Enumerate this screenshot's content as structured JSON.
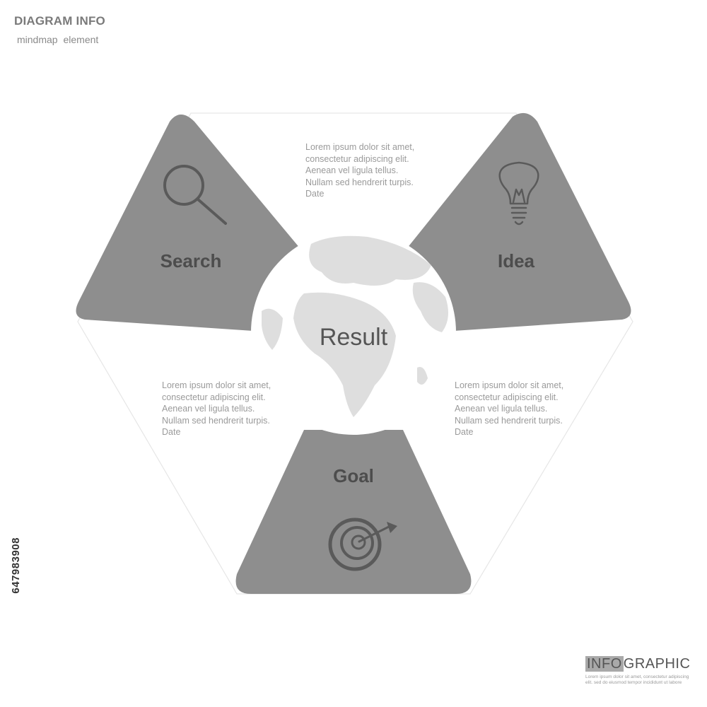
{
  "header": {
    "title": "DIAGRAM INFO",
    "subtitle": "mindmap element"
  },
  "diagram": {
    "center_label": "Result",
    "segments": [
      {
        "label": "Search",
        "icon": "search-icon"
      },
      {
        "label": "Idea",
        "icon": "lightbulb-icon"
      },
      {
        "label": "Goal",
        "icon": "target-arrow-icon"
      }
    ],
    "notes": [
      {
        "text": "Lorem ipsum dolor sit amet, consectetur adipiscing elit. Aenean vel ligula tellus. Nullam sed hendrerit turpis.",
        "date": "Date"
      },
      {
        "text": "Lorem ipsum dolor sit amet, consectetur adipiscing elit. Aenean vel ligula tellus. Nullam sed hendrerit turpis.",
        "date": "Date"
      },
      {
        "text": "Lorem ipsum dolor sit amet, consectetur adipiscing elit. Aenean vel ligula tellus. Nullam sed hendrerit turpis.",
        "date": "Date"
      }
    ]
  },
  "colors": {
    "segment_fill": "#8e8e8e",
    "icon_stroke": "#5a5a5a",
    "globe_land": "#dedede"
  },
  "watermark": {
    "stock_id": "647983908"
  },
  "footer": {
    "brand_highlight": "INFO",
    "brand_rest": "GRAPHIC",
    "small_text": "Lorem ipsum dolor sit amet, consectetur adipiscing elit. sed do eiusmod tempor incididunt ut labore"
  }
}
